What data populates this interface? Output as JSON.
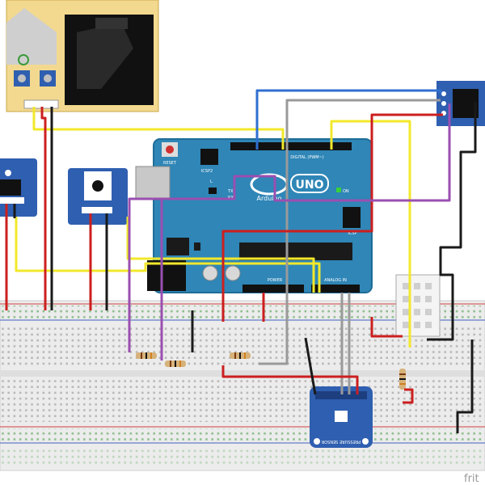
{
  "arduino": {
    "brand": "Arduino",
    "model": "UNO",
    "reset_label": "RESET",
    "icsp_label": "ICSP",
    "icsp2_label": "ICSP2",
    "tx_label": "TX",
    "rx_label": "RX",
    "l_label": "L",
    "on_label": "ON",
    "digital_label": "DIGITAL (PWM~)",
    "power_label": "POWER",
    "analog_label": "ANALOG IN"
  },
  "pressure_sensor": {
    "text": "PRESSURE SENSOR"
  },
  "watermark": "frit",
  "colors": {
    "arduino": "#2f86b7",
    "arduino_dark": "#1f6d96",
    "wire_red": "#cc1f1f",
    "wire_black": "#1a1a1a",
    "wire_yellow": "#f2e82b",
    "wire_blue": "#2f6fd0",
    "wire_gray": "#9a9a9a",
    "wire_purple": "#9a4fb0",
    "dust_sensor": "#f3d98f",
    "grove_module": "#2f5fb0",
    "breadboard": "#e9e9e9",
    "sensor_white": "#f4f4f4"
  }
}
